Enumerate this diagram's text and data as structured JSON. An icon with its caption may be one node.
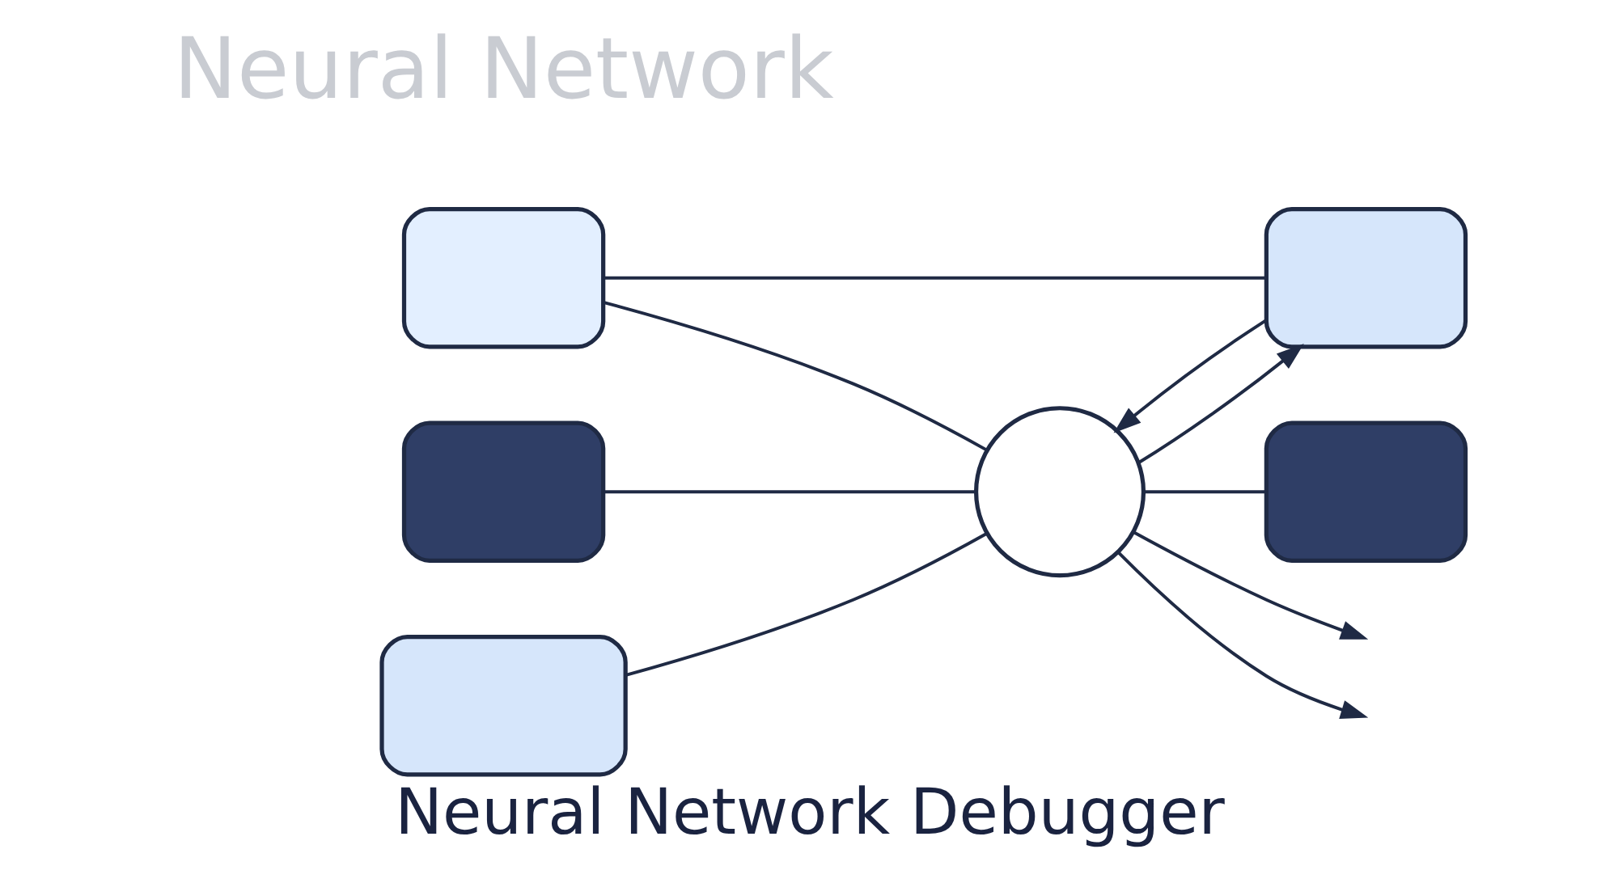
{
  "diagram": {
    "title": "Neural Network Debugger",
    "nodes": [
      {
        "text": [],
        "shape": "circle"
      },
      {
        "text": [],
        "shape": "box"
      },
      {
        "text": [],
        "shape": "box"
      },
      {
        "text": [],
        "shape": "box"
      },
      {
        "text": [],
        "shape": "box"
      },
      {
        "text": [],
        "shape": "box"
      }
    ],
    "edges": [
      {
        "from": 1,
        "to": 0,
        "arrow": "none"
      },
      {
        "from": 2,
        "to": 0,
        "arrow": "none"
      },
      {
        "from": 2,
        "to": 3,
        "arrow": "none"
      },
      {
        "from": 0,
        "to": 3,
        "arrow": "to"
      },
      {
        "from": 3,
        "to": 0,
        "arrow": "to"
      },
      {
        "from": 0,
        "to": 4,
        "arrow": "none"
      },
      {
        "from": 5,
        "to": 0,
        "arrow": "none"
      },
      {
        "from": 0,
        "to": null,
        "arrow": "to"
      },
      {
        "from": 0,
        "to": null,
        "arrow": "to"
      }
    ],
    "labels": [
      "Neural Network"
    ]
  }
}
